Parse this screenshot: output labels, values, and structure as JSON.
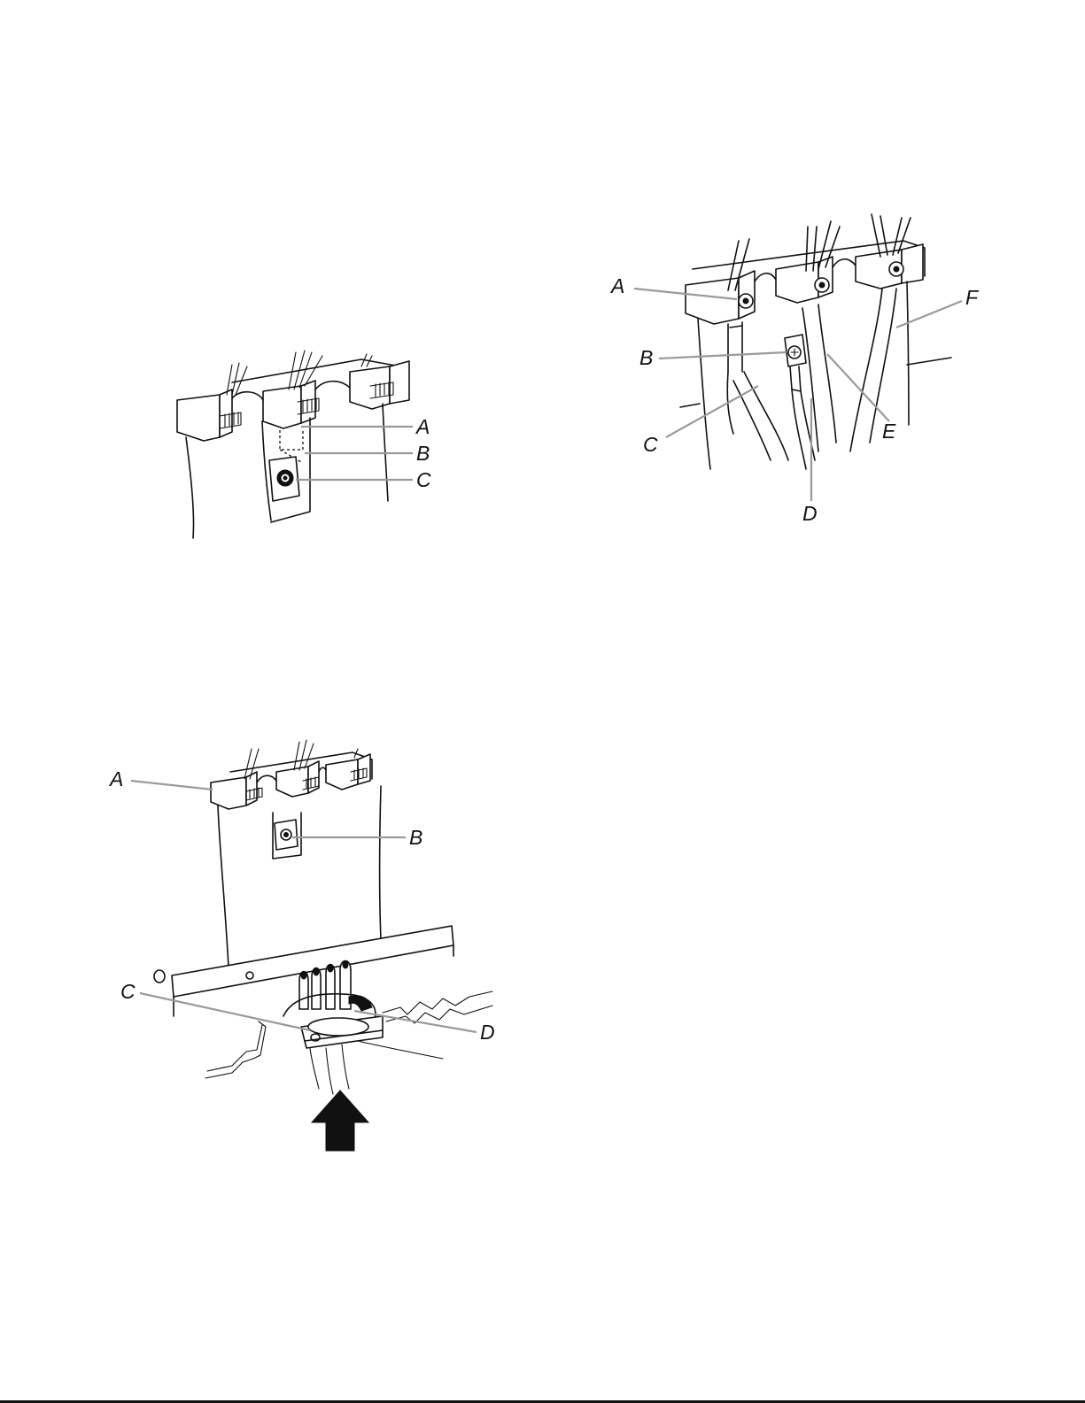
{
  "figures": [
    {
      "id": "fig1",
      "labels": [
        "A",
        "B",
        "C"
      ]
    },
    {
      "id": "fig2",
      "labels": [
        "A",
        "B",
        "C",
        "D",
        "E",
        "F"
      ]
    },
    {
      "id": "fig3",
      "labels": [
        "A",
        "B",
        "C",
        "D"
      ]
    }
  ]
}
